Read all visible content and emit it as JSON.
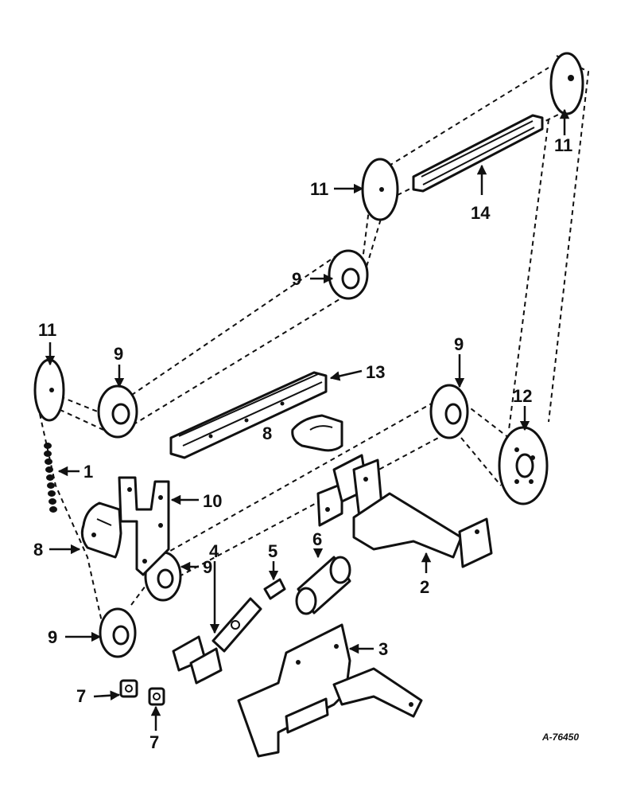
{
  "parts": [
    {
      "id": "p1",
      "label": "1"
    },
    {
      "id": "p2",
      "label": "2"
    },
    {
      "id": "p3",
      "label": "3"
    },
    {
      "id": "p4",
      "label": "4"
    },
    {
      "id": "p5",
      "label": "5"
    },
    {
      "id": "p6",
      "label": "6"
    },
    {
      "id": "p7a",
      "label": "7"
    },
    {
      "id": "p7b",
      "label": "7"
    },
    {
      "id": "p8a",
      "label": "8"
    },
    {
      "id": "p8b",
      "label": "8"
    },
    {
      "id": "p9a",
      "label": "9"
    },
    {
      "id": "p9b",
      "label": "9"
    },
    {
      "id": "p9c",
      "label": "9"
    },
    {
      "id": "p9d",
      "label": "9"
    },
    {
      "id": "p9e",
      "label": "9"
    },
    {
      "id": "p10",
      "label": "10"
    },
    {
      "id": "p11a",
      "label": "11"
    },
    {
      "id": "p11b",
      "label": "11"
    },
    {
      "id": "p11c",
      "label": "11"
    },
    {
      "id": "p12",
      "label": "12"
    },
    {
      "id": "p13",
      "label": "13"
    },
    {
      "id": "p14",
      "label": "14"
    }
  ],
  "drawing_number": "A-76450"
}
